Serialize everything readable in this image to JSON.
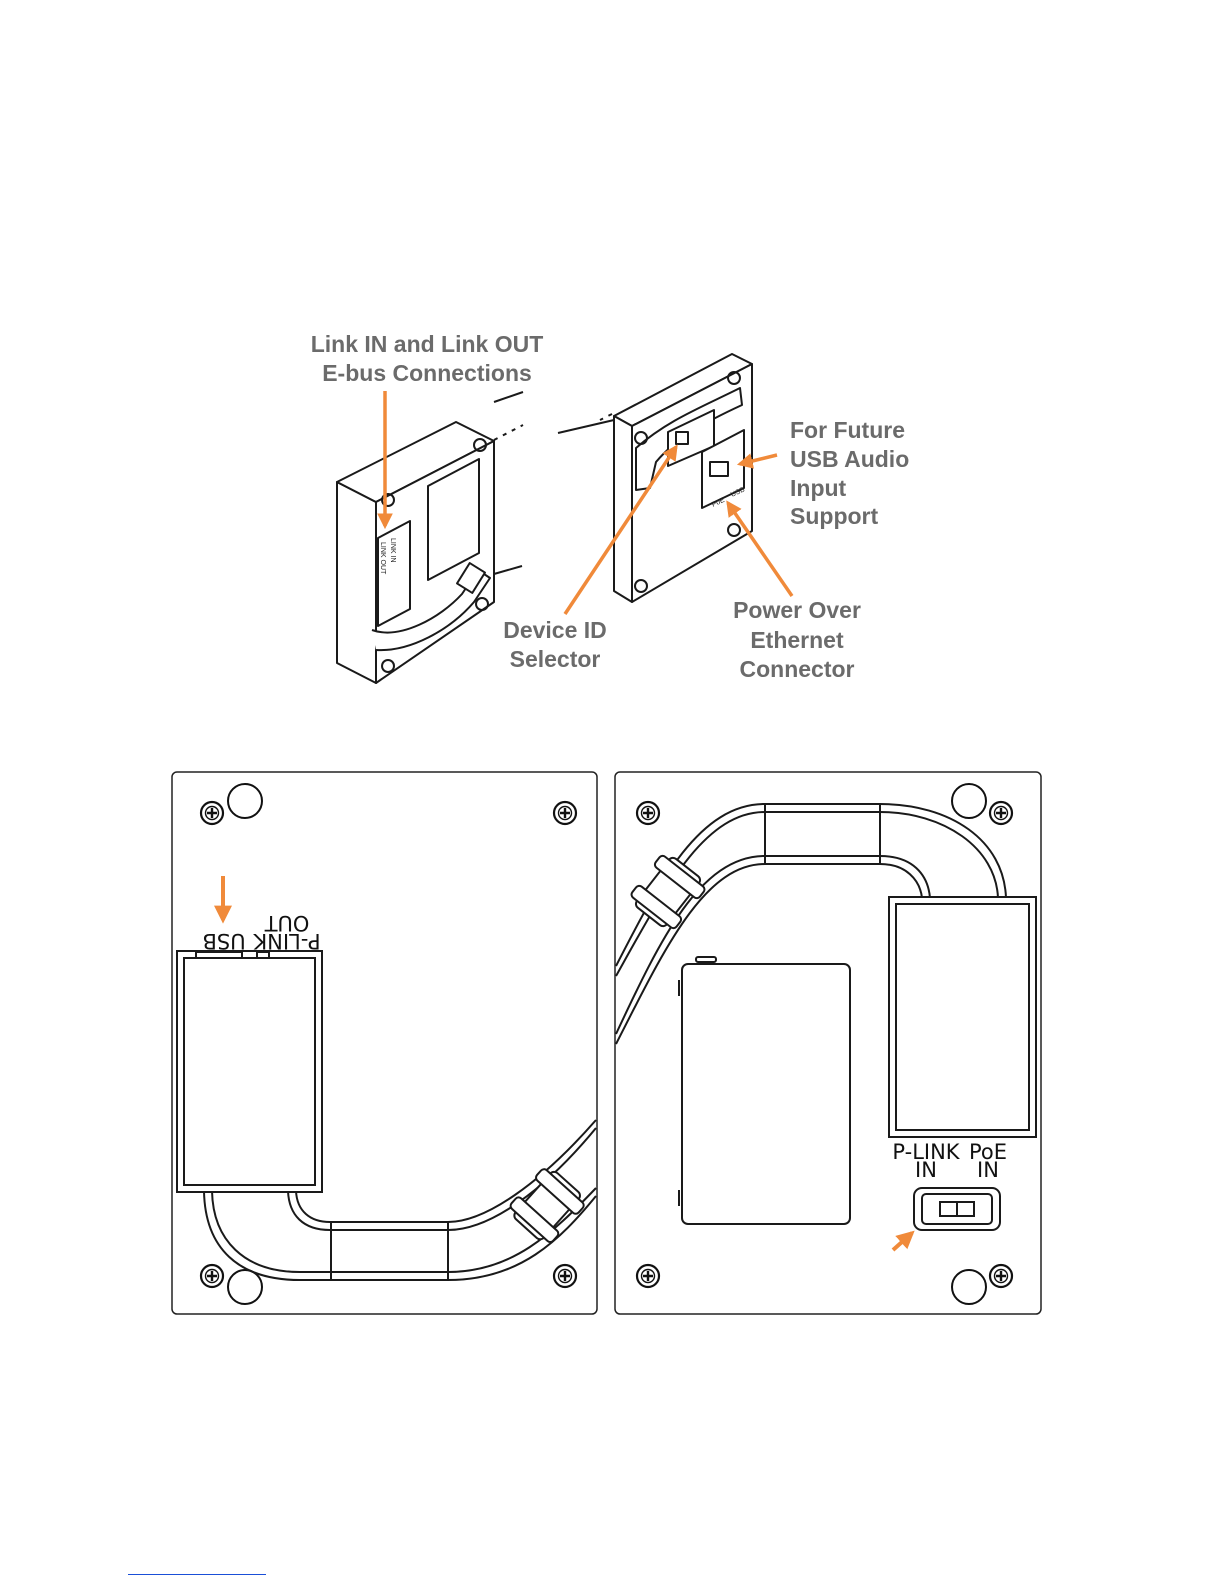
{
  "colors": {
    "accent": "#f08a3a",
    "callout_text": "#6b6b6b",
    "line": "#1a1a1a"
  },
  "callouts": {
    "link_ebus": [
      "Link IN and Link OUT",
      "E-bus Connections"
    ],
    "future_usb": [
      "For Future",
      "USB Audio",
      "Input",
      "Support"
    ],
    "device_id": [
      "Device ID",
      "Selector"
    ],
    "poe": [
      "Power Over",
      "Ethernet",
      "Connector"
    ]
  },
  "iso_labels": {
    "left_link_in": "LINK IN",
    "left_link_out": "LINK OUT",
    "right_poe": "PoE",
    "right_usb": "USB"
  },
  "panel_left": {
    "usb": "USB",
    "plink_out": [
      "P-LINK",
      "OUT"
    ]
  },
  "panel_right": {
    "plink_in": [
      "P-LINK",
      "IN"
    ],
    "poe_in": [
      "PoE",
      "IN"
    ]
  }
}
